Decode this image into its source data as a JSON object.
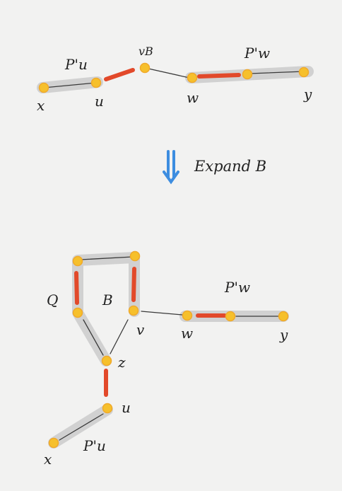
{
  "top": {
    "label_pu": "P'u",
    "label_vb": "vB",
    "label_pw": "P'w",
    "label_x": "x",
    "label_u": "u",
    "label_w": "w",
    "label_y": "y"
  },
  "transition": {
    "text": "Expand B"
  },
  "bottom": {
    "label_q": "Q",
    "label_b": "B",
    "label_v": "v",
    "label_z": "z",
    "label_u": "u",
    "label_x": "x",
    "label_pu": "P'u",
    "label_pw": "P'w",
    "label_w": "w",
    "label_y": "y"
  },
  "colors": {
    "node": "#f6c02c",
    "red_edge": "#e2492a",
    "highlight": "#cfcfcf",
    "arrow": "#3d8de0"
  }
}
